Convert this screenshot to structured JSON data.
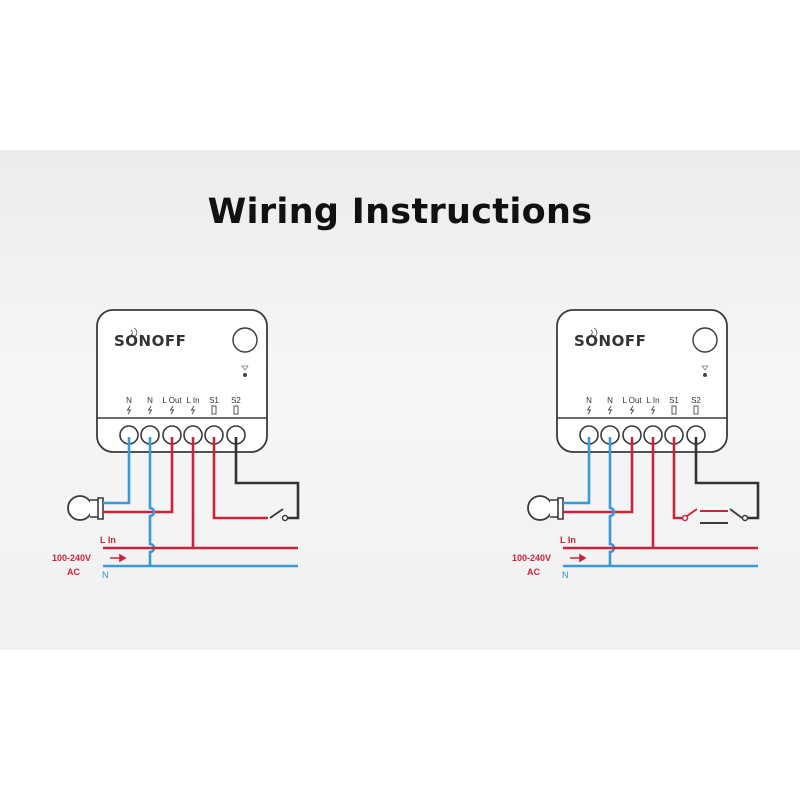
{
  "title": "Wiring Instructions",
  "colors": {
    "live": "#c8253a",
    "neutral": "#3a9ad9",
    "switch_wire": "#333333",
    "outline": "#3a3a3a"
  },
  "diagrams": [
    {
      "variant": "single-switch",
      "brand": "SONOFF",
      "terminals": [
        {
          "label": "N",
          "icon": "bolt-icon"
        },
        {
          "label": "N",
          "icon": "bolt-icon"
        },
        {
          "label": "L Out",
          "icon": "bolt-icon"
        },
        {
          "label": "L In",
          "icon": "bolt-icon"
        },
        {
          "label": "S1",
          "icon": "switch-icon"
        },
        {
          "label": "S2",
          "icon": "switch-icon"
        }
      ],
      "line_label": "L In",
      "voltage": "100-240V",
      "ac": "AC",
      "neutral_label": "N"
    },
    {
      "variant": "two-way-switch",
      "brand": "SONOFF",
      "terminals": [
        {
          "label": "N",
          "icon": "bolt-icon"
        },
        {
          "label": "N",
          "icon": "bolt-icon"
        },
        {
          "label": "L Out",
          "icon": "bolt-icon"
        },
        {
          "label": "L In",
          "icon": "bolt-icon"
        },
        {
          "label": "S1",
          "icon": "switch-icon"
        },
        {
          "label": "S2",
          "icon": "switch-icon"
        }
      ],
      "line_label": "L In",
      "voltage": "100-240V",
      "ac": "AC",
      "neutral_label": "N"
    }
  ]
}
